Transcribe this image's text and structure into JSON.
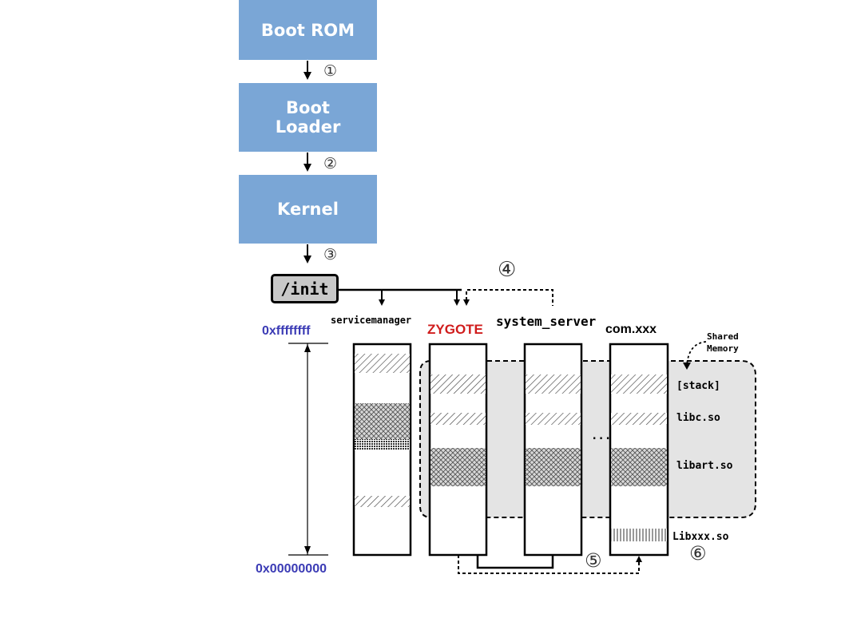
{
  "boot_chain": {
    "boot_rom": "Boot ROM",
    "boot_loader": "Boot\nLoader",
    "kernel": "Kernel",
    "init": "/init"
  },
  "steps": [
    "①",
    "②",
    "③",
    "④",
    "⑤",
    "⑥"
  ],
  "processes": {
    "servicemanager": "servicemanager",
    "zygote": "ZYGOTE",
    "system_server": "system_server",
    "com_xxx": "com.xxx"
  },
  "addresses": {
    "high": "0xffffffff",
    "low": "0x00000000"
  },
  "memory_labels": {
    "stack": "[stack]",
    "libc": "libc.so",
    "libart": "libart.so",
    "libxxx": "Libxxx.so",
    "shared_memory": "Shared\nMemory"
  },
  "ellipsis": "...",
  "colors": {
    "box_blue": "#7aa6d6",
    "zygote_red": "#d01c1c",
    "address_blue": "#3b3bb5",
    "shared_gray": "#e4e4e4"
  }
}
